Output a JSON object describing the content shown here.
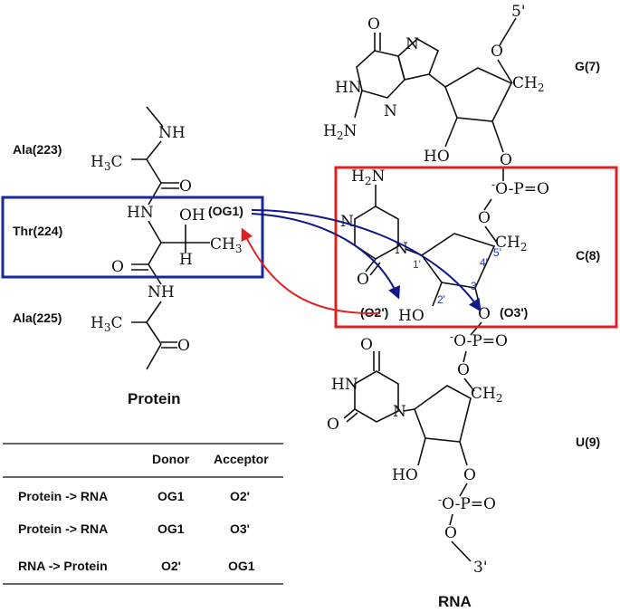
{
  "residues": {
    "ala223": "Ala(223)",
    "thr224": "Thr(224)",
    "ala225": "Ala(225)"
  },
  "nucleotides": {
    "g7": "G(7)",
    "c8": "C(8)",
    "u9": "U(9)"
  },
  "atoms": {
    "og1": "(OG1)",
    "o2p": "(O2')",
    "o3p": "(O3')"
  },
  "ends": {
    "five": "5'",
    "three": "3'"
  },
  "primes": {
    "p1": "1'",
    "p2": "2'",
    "p3": "3'",
    "p4": "4'",
    "p5": "5'"
  },
  "chem_text": {
    "nh": "NH",
    "hn": "HN",
    "h3c": "H3C",
    "ch3": "CH3",
    "oh": "OH",
    "ho": "HO",
    "h": "H",
    "o": "O",
    "n": "N",
    "hn_ring": "HN",
    "h2n": "H2N",
    "ch2": "CH2",
    "p": "P",
    "neg": "-"
  },
  "captions": {
    "protein": "Protein",
    "rna": "RNA"
  },
  "table": {
    "headers": [
      "",
      "Donor",
      "Acceptor"
    ],
    "rows": [
      [
        "Protein -> RNA",
        "OG1",
        "O2'"
      ],
      [
        "Protein -> RNA",
        "OG1",
        "O3'"
      ],
      [
        "RNA -> Protein",
        "O2'",
        "OG1"
      ]
    ]
  },
  "colors": {
    "thr_box": "#1a2a9c",
    "c8_box": "#e02020",
    "donor_arrow": "#101888",
    "acceptor_arrow": "#e02020"
  }
}
